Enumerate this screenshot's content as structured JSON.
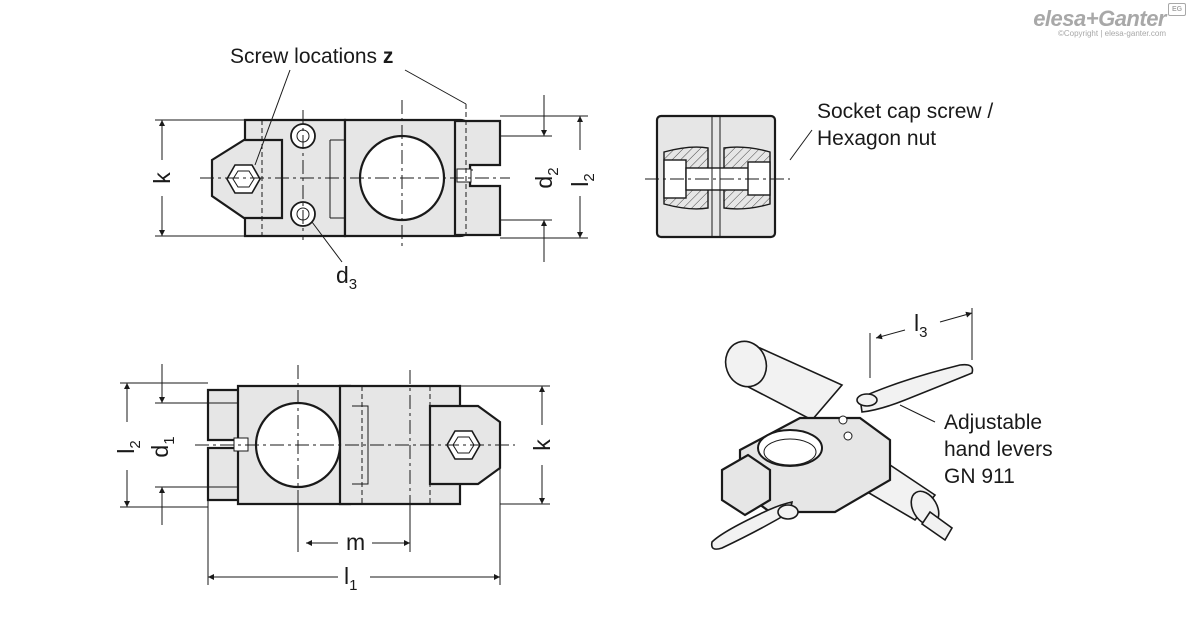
{
  "brand": {
    "name": "elesa+Ganter",
    "copyright": "©Copyright | elesa-ganter.com",
    "badge": "EG"
  },
  "labels": {
    "screw_locations": "Screw locations",
    "screw_locations_var": "z",
    "socket_line1": "Socket cap screw /",
    "socket_line2": "Hexagon nut",
    "levers_line1": "Adjustable",
    "levers_line2": "hand levers",
    "levers_line3": "GN 911"
  },
  "dimensions": {
    "k": "k",
    "d": "d",
    "l": "l",
    "m": "m",
    "sub1": "1",
    "sub2": "2",
    "sub3": "3"
  }
}
